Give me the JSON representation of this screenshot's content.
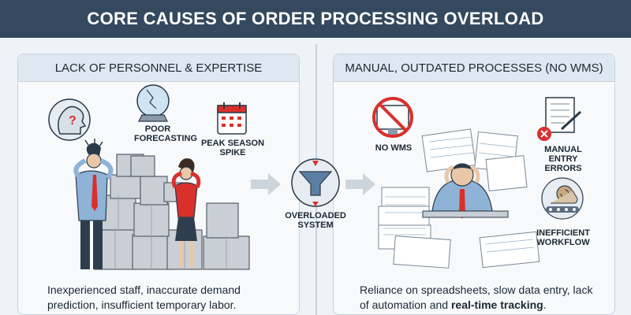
{
  "title": "CORE CAUSES OF ORDER PROCESSING OVERLOAD",
  "left_panel": {
    "heading": "LACK OF PERSONNEL & EXPERTISE",
    "poor_forecasting": "POOR FORECASTING",
    "peak_season": "PEAK SEASON SPIKE",
    "caption": "Inexperienced staff, inaccurate demand prediction, insufficient temporary labor."
  },
  "center": {
    "label": "OVERLOADED SYSTEM"
  },
  "right_panel": {
    "heading": "MANUAL, OUTDATED PROCESSES (NO WMS)",
    "no_wms": "NO WMS",
    "manual_entry": "MANUAL ENTRY ERRORS",
    "inefficient": "INEFFICIENT WORKFLOW",
    "caption_main": "Reliance on spreadsheets, slow data entry, lack of automation and ",
    "caption_bold": "real-time tracking",
    "caption_end": "."
  },
  "colors": {
    "header_bg": "#34495e",
    "accent_red": "#d9302c",
    "funnel_blue": "#5b7fa3"
  }
}
